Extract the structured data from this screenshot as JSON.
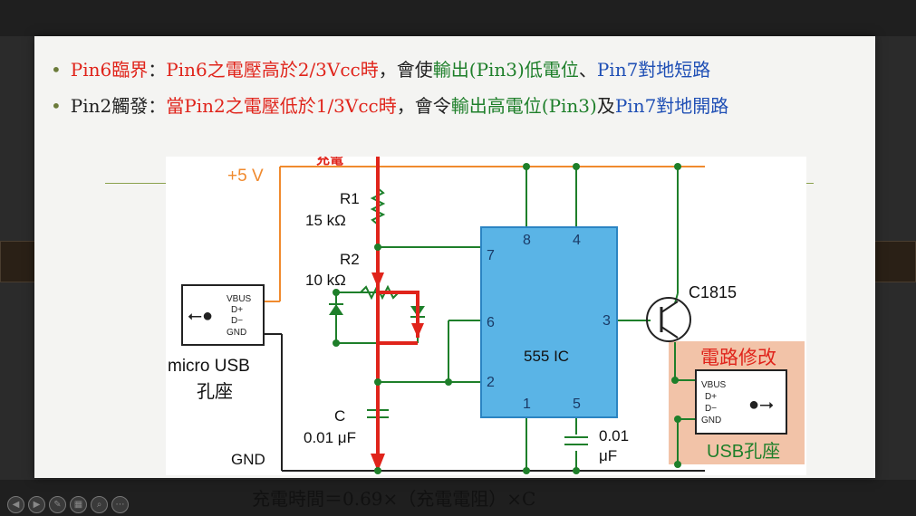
{
  "slide": {
    "bullets": [
      {
        "parts": [
          {
            "text": "Pin6臨界",
            "color": "red"
          },
          {
            "text": "：",
            "color": "dark"
          },
          {
            "text": "Pin6之電壓高於2/3Vcc時",
            "color": "red"
          },
          {
            "text": "，會使",
            "color": "dark"
          },
          {
            "text": "輸出(Pin3)低電位",
            "color": "green"
          },
          {
            "text": "、",
            "color": "dark"
          },
          {
            "text": "Pin7對地短路",
            "color": "blue"
          }
        ]
      },
      {
        "parts": [
          {
            "text": "Pin2觸發",
            "color": "dark"
          },
          {
            "text": "：",
            "color": "dark"
          },
          {
            "text": "當Pin2之電壓低於1/3Vcc時",
            "color": "red"
          },
          {
            "text": "，會令",
            "color": "dark"
          },
          {
            "text": "輸出高電位(Pin3)",
            "color": "green"
          },
          {
            "text": "及",
            "color": "dark"
          },
          {
            "text": "Pin7對地開路",
            "color": "blue"
          }
        ]
      }
    ],
    "formula": "充電時間＝0.69×（充電電阻）×C"
  },
  "circuit": {
    "vcc_label": "+5 V",
    "gnd_label": "GND",
    "charge_label": "充電",
    "r1_name": "R1",
    "r1_value": "15 kΩ",
    "r2_name": "R2",
    "r2_value": "10 kΩ",
    "c_name": "C",
    "c_value": "0.01 μF",
    "c2_value": "0.01",
    "c2_unit": "μF",
    "ic_label": "555 IC",
    "pins": {
      "p1": "1",
      "p2": "2",
      "p3": "3",
      "p4": "4",
      "p5": "5",
      "p6": "6",
      "p7": "7",
      "p8": "8"
    },
    "transistor": "C1815",
    "micro_usb": {
      "pins": [
        "VBUS",
        "D+",
        "D−",
        "GND"
      ],
      "label1": "micro USB",
      "label2": "孔座"
    },
    "mod_label": "電路修改",
    "usb_socket": {
      "pins": [
        "VBUS",
        "D+",
        "D−",
        "GND"
      ],
      "label": "USB孔座"
    }
  },
  "colors": {
    "red": "#e0241b",
    "green": "#1e7f2a",
    "blue": "#1f4fb5",
    "orange": "#f08a2e",
    "ic": "#5ab4e6",
    "mod_bg": "#f2c3a8"
  },
  "player_controls": [
    "prev-icon",
    "next-icon",
    "pen-icon",
    "grid-icon",
    "zoom-icon",
    "more-icon"
  ]
}
